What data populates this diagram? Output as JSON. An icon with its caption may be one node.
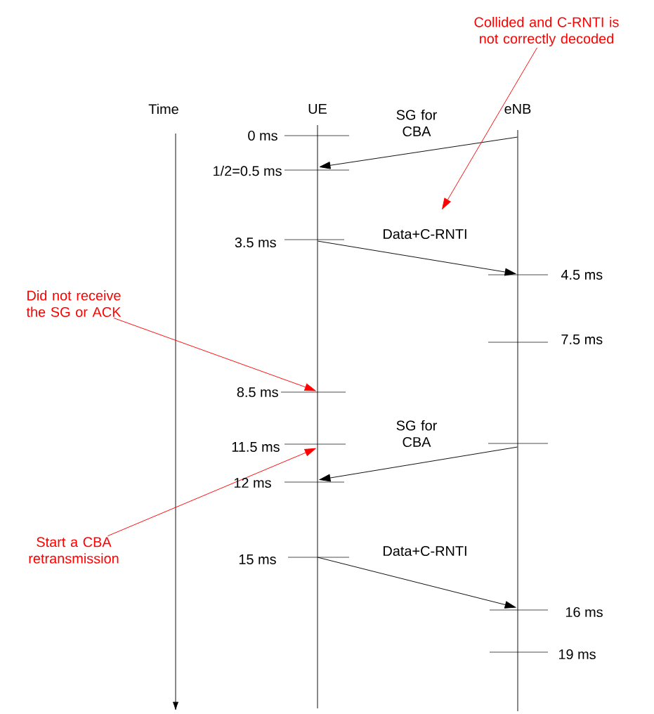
{
  "diagram": {
    "nodes": [
      {
        "text": [
          "Time"
        ]
      },
      {
        "text": [
          "UE"
        ]
      },
      {
        "text": [
          "eNB"
        ]
      },
      {
        "text": [
          "Collided and C-RNTI is not correctly decoded"
        ]
      },
      {
        "text": [
          "Did not receive the SG or ACK"
        ]
      },
      {
        "text": [
          "Start a CBA retransmission"
        ]
      }
    ],
    "edges": [
      {
        "from": 2,
        "to": 1,
        "arrow": "to",
        "label": "SG for CBA"
      },
      {
        "from": 1,
        "to": 2,
        "arrow": "to",
        "label": "Data+C-RNTI"
      },
      {
        "from": 2,
        "to": 1,
        "arrow": "to",
        "label": "SG for CBA"
      },
      {
        "from": 1,
        "to": 2,
        "arrow": "to",
        "label": "Data+C-RNTI"
      },
      {
        "from": 3,
        "to": null,
        "arrow": "to",
        "color": "#ff0000"
      },
      {
        "from": 4,
        "to": 1,
        "arrow": "to",
        "color": "#ff0000"
      },
      {
        "from": 5,
        "to": 1,
        "arrow": "to",
        "color": "#ff0000"
      }
    ],
    "labels": [
      "0 ms",
      "1/2=0.5 ms",
      "3.5 ms",
      "4.5 ms",
      "7.5 ms",
      "8.5 ms",
      "11.5 ms",
      "12 ms",
      "15 ms",
      "16 ms",
      "19 ms"
    ]
  }
}
